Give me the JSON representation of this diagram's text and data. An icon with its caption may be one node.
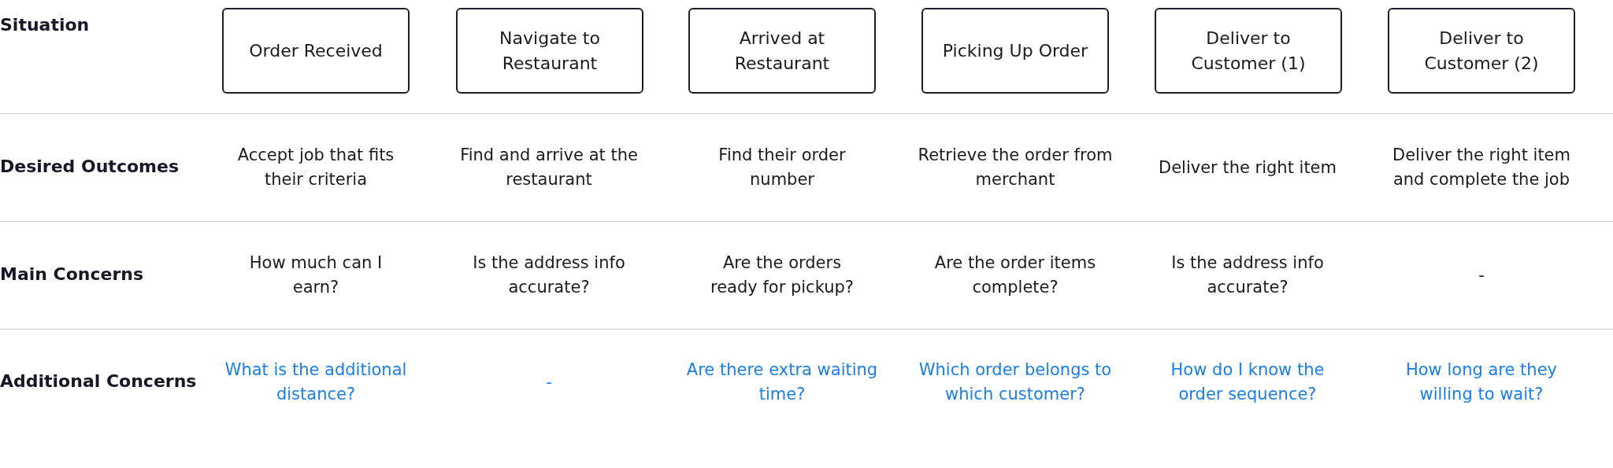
{
  "diagram": {
    "nodes": [
      {
        "text": [
          "Order Received"
        ]
      },
      {
        "text": [
          "Navigate to Restaurant"
        ]
      },
      {
        "text": [
          "Arrived at Restaurant"
        ]
      },
      {
        "text": [
          "Picking Up Order"
        ]
      },
      {
        "text": [
          "Deliver to Customer (1)"
        ]
      },
      {
        "text": [
          "Deliver to Customer (2)"
        ]
      }
    ],
    "edges": [],
    "labels": [
      "Situation",
      "Desired Outcomes",
      "Accept job that fits their criteria",
      "Find and arrive at the restaurant",
      "Find their order number",
      "Retrieve the order from merchant",
      "Deliver the right item",
      "Deliver the right item and complete the job",
      "Main Concerns",
      "How much can I earn?",
      "Is the address info accurate?",
      "Are the orders ready for pickup?",
      "Are the order items complete?",
      "Is the address info accurate?",
      "-",
      "Additional Concerns",
      "What is the additional distance?",
      "-",
      "Are there extra waiting time?",
      "Which order belongs to which customer?",
      "How do I know the order sequence?",
      "How long are they willing to wait?"
    ]
  }
}
